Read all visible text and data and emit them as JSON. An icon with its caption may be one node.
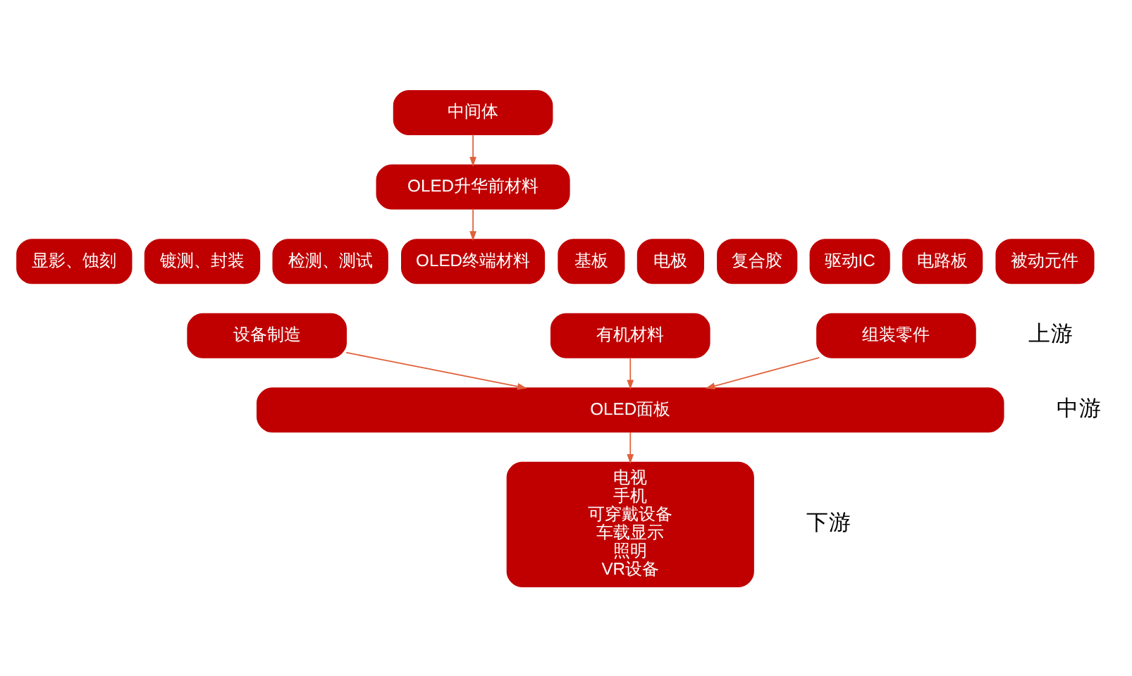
{
  "diagram": {
    "nodes": [
      {
        "text": [
          "中间体"
        ]
      },
      {
        "text": [
          "OLED升华前材料"
        ]
      },
      {
        "text": [
          "显影、蚀刻"
        ]
      },
      {
        "text": [
          "镀测、封装"
        ]
      },
      {
        "text": [
          "检测、测试"
        ]
      },
      {
        "text": [
          "设备制造"
        ]
      },
      {
        "text": [
          "基板"
        ]
      },
      {
        "text": [
          "OLED终端材料"
        ]
      },
      {
        "text": [
          "电极"
        ]
      },
      {
        "text": [
          "复合胶"
        ]
      },
      {
        "text": [
          "有机材料"
        ]
      },
      {
        "text": [
          "驱动IC"
        ]
      },
      {
        "text": [
          "电路板"
        ]
      },
      {
        "text": [
          "被动元件"
        ]
      },
      {
        "text": [
          "组装零件"
        ]
      },
      {
        "text": [
          "OLED面板"
        ]
      },
      {
        "text": [
          "电视",
          "手机",
          "可穿戴设备",
          "车载显示",
          "照明",
          "VR设备"
        ]
      }
    ],
    "edges": [
      {
        "from": 0,
        "to": 1,
        "arrow": "to"
      },
      {
        "from": 1,
        "to": 7,
        "arrow": "to"
      },
      {
        "from": 5,
        "to": 15,
        "arrow": "to"
      },
      {
        "from": 10,
        "to": 15,
        "arrow": "to"
      },
      {
        "from": 14,
        "to": 15,
        "arrow": "to"
      },
      {
        "from": 15,
        "to": 16,
        "arrow": "to"
      }
    ],
    "labels": [
      "上游",
      "中游",
      "下游"
    ]
  }
}
